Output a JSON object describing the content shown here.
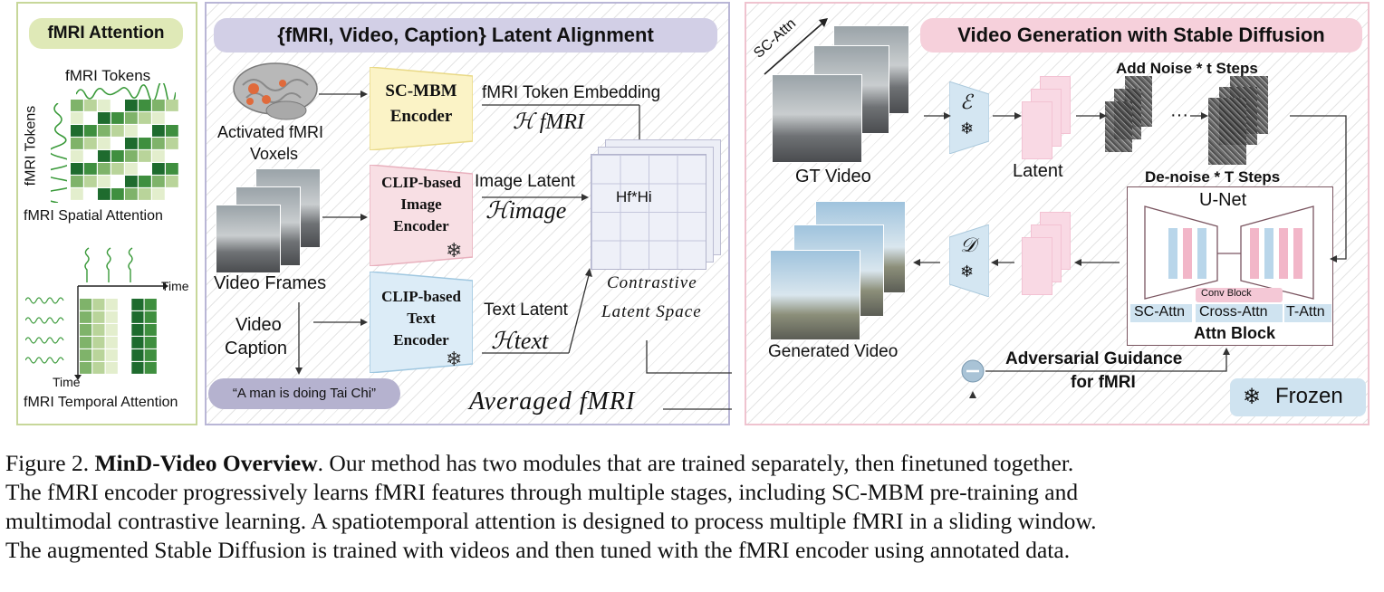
{
  "left_panel": {
    "title": "fMRI Attention",
    "tokens_top": "fMRI Tokens",
    "tokens_side": "fMRI Tokens",
    "spatial_label": "fMRI Spatial Attention",
    "time_x": "Time",
    "time_y": "Time",
    "temporal_label": "fMRI Temporal Attention"
  },
  "mid_panel": {
    "title": "{fMRI, Video, Caption} Latent Alignment",
    "brain_label_1": "Activated fMRI",
    "brain_label_2": "Voxels",
    "frames_label": "Video Frames",
    "caption_label_1": "Video",
    "caption_label_2": "Caption",
    "caption_example": "“A man is doing Tai Chi”",
    "enc1_1": "SC-MBM",
    "enc1_2": "Encoder",
    "enc2_1": "CLIP-based",
    "enc2_2": "Image",
    "enc2_3": "Encoder",
    "enc3_1": "CLIP-based",
    "enc3_2": "Text",
    "enc3_3": "Encoder",
    "fmri_embed": "fMRI Token Embedding",
    "h_fmri": "ℋ fMRI",
    "image_latent": "Image Latent",
    "h_image": "ℋimage",
    "text_latent": "Text Latent",
    "h_text": "ℋtext",
    "grid_label": "Hf*Hi",
    "contrastive_1": "Contrastive",
    "contrastive_2": "Latent Space",
    "averaged": "Averaged fMRI"
  },
  "right_panel": {
    "title": "Video Generation with Stable Diffusion",
    "sc_attn": "SC-Attn",
    "gt_video": "GT Video",
    "enc_symbol": "ℰ",
    "dec_symbol": "𝒟",
    "latent": "Latent",
    "add_noise": "Add Noise * t Steps",
    "denoise": "De-noise * T Steps",
    "dots": "···",
    "unet": "U-Net",
    "conv_block": "Conv Block",
    "attn_sc": "SC-Attn",
    "attn_cross": "Cross-Attn",
    "attn_t": "T-Attn",
    "attn_block": "Attn Block",
    "generated": "Generated Video",
    "adv_1": "Adversarial Guidance",
    "adv_2": "for fMRI",
    "frozen": "Frozen"
  },
  "caption": {
    "line1_a": "Figure 2. ",
    "line1_b": "MinD-Video Overview",
    "line1_c": ". Our method has two modules that are trained separately, then finetuned together.",
    "line2": "The fMRI encoder progressively learns fMRI features through multiple stages, including SC-MBM pre-training and",
    "line3": "multimodal contrastive learning. A spatiotemporal attention is designed to process multiple fMRI in a sliding window.",
    "line4": "The augmented Stable Diffusion is trained with videos and then tuned with the fMRI encoder using annotated data."
  },
  "colors": {
    "left_border": "#c7d79a",
    "mid_border": "#b9b6d6",
    "right_border": "#efc3cf",
    "enc_yellow": "#fbf3c6",
    "enc_pink": "#f8dfe4",
    "enc_blue": "#dcecf7",
    "latent_pink": "#f9d9e4"
  }
}
